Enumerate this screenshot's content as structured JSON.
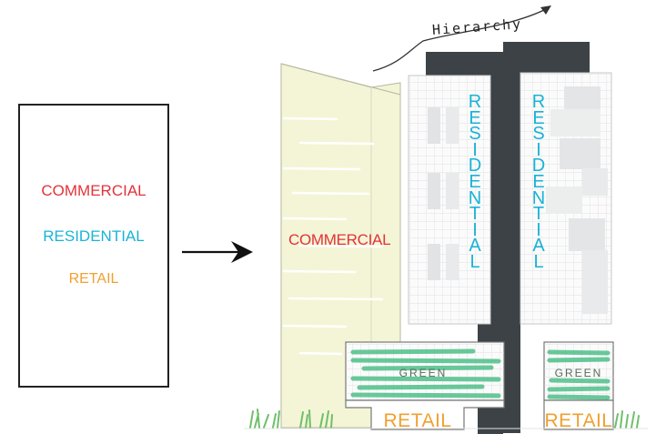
{
  "legend": {
    "items": [
      {
        "label": "COMMERCIAL",
        "color": "#e2333a"
      },
      {
        "label": "RESIDENTIAL",
        "color": "#1ab2d8"
      },
      {
        "label": "RETAIL",
        "color": "#f0a030"
      }
    ]
  },
  "diagram": {
    "hierarchy_label": "Hierarchy",
    "commercial_label": "COMMERCIAL",
    "residential_left": "RESIDENTIAL",
    "residential_right": "RESIDENTIAL",
    "green_left": "GREEN",
    "green_right": "GREEN",
    "retail_left": "RETAIL",
    "retail_right": "RETAIL"
  },
  "colors": {
    "commercial": "#e2333a",
    "residential": "#1ab2d8",
    "retail": "#f0a030",
    "core": "#3d4246",
    "commercial_facade": "#f4f5d6",
    "green_stripe": "#4fc08a"
  }
}
